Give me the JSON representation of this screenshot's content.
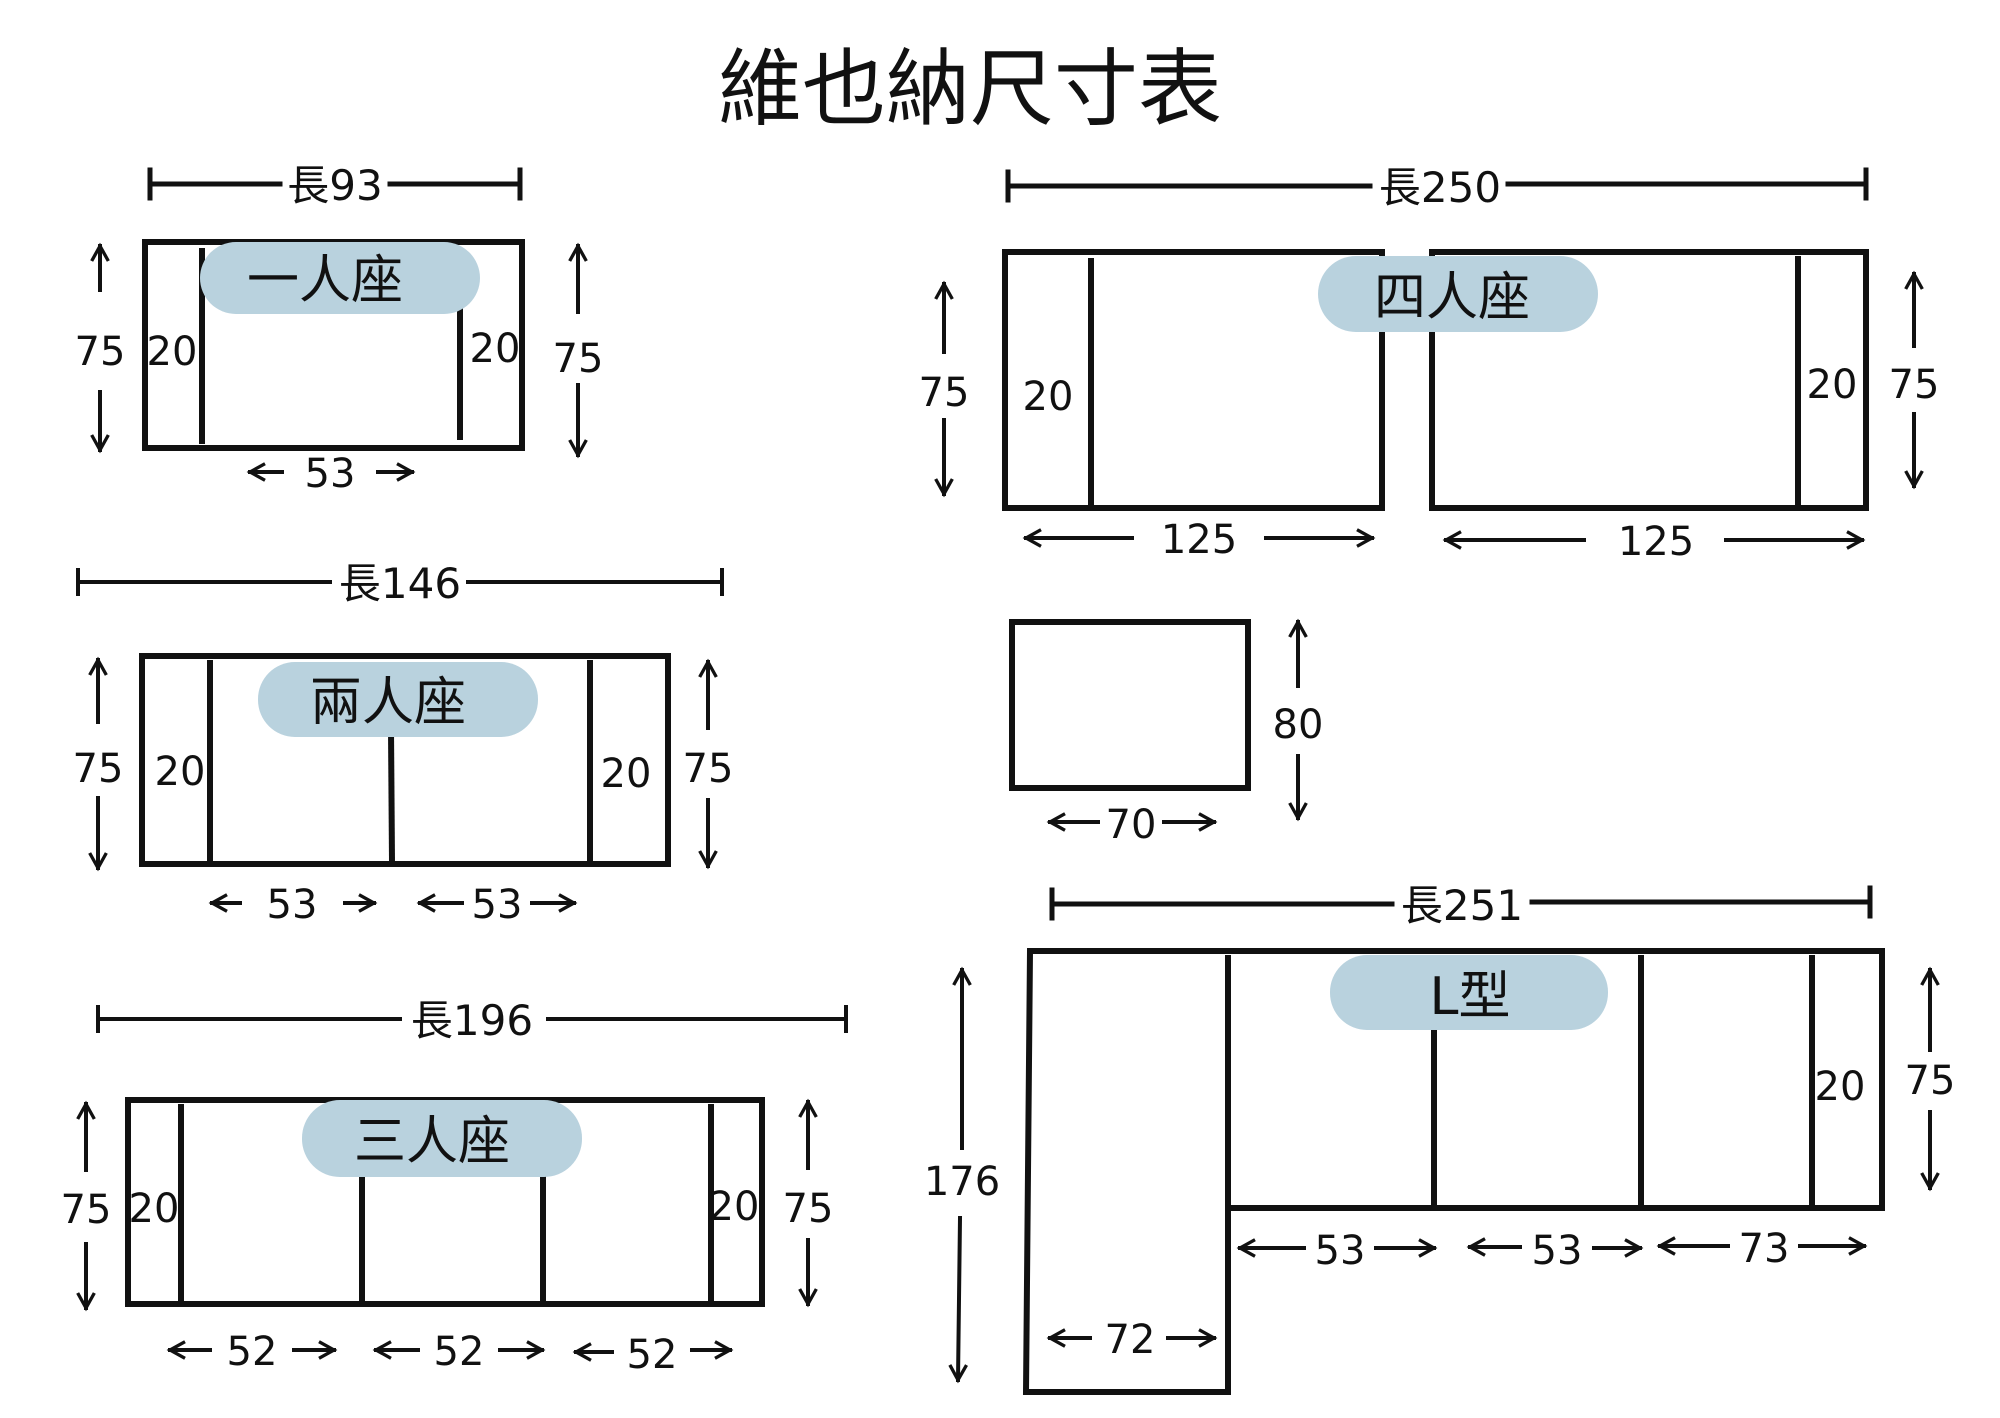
{
  "title": "維也納尺寸表",
  "single": {
    "name": "一人座",
    "length": "長93",
    "depth_left": "75",
    "depth_right": "75",
    "arm_left": "20",
    "arm_right": "20",
    "seat": "53"
  },
  "double": {
    "name": "兩人座",
    "length": "長146",
    "depth_left": "75",
    "depth_right": "75",
    "arm_left": "20",
    "arm_right": "20",
    "seats": [
      "53",
      "53"
    ]
  },
  "triple": {
    "name": "三人座",
    "length": "長196",
    "depth_left": "75",
    "depth_right": "75",
    "arm_left": "20",
    "arm_right": "20",
    "seats": [
      "52",
      "52",
      "52"
    ]
  },
  "quad": {
    "name": "四人座",
    "length": "長250",
    "depth_left": "75",
    "depth_right": "75",
    "arm_left": "20",
    "arm_right": "20",
    "halves": [
      "125",
      "125"
    ]
  },
  "ottoman": {
    "width": "70",
    "depth": "80"
  },
  "lshape": {
    "name": "L型",
    "length": "長251",
    "depth_left": "176",
    "depth_right": "75",
    "arm_right": "20",
    "chaise": "72",
    "seats": [
      "53",
      "53",
      "73"
    ]
  },
  "colors": {
    "pill": "#b9d2de",
    "line": "#111111",
    "background": "#ffffff"
  }
}
